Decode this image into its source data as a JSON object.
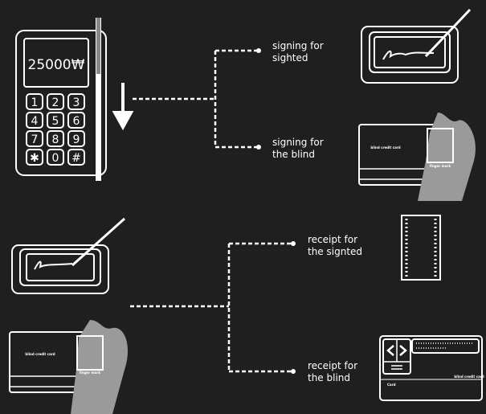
{
  "terminal": {
    "amount": "25000₩",
    "keys": [
      "1",
      "2",
      "3",
      "4",
      "5",
      "6",
      "7",
      "8",
      "9",
      "✱",
      "0",
      "#"
    ]
  },
  "labels": {
    "signing_sighted_1": "signing for",
    "signing_sighted_2": "sighted",
    "signing_blind_1": "signing for",
    "signing_blind_2": "the blind",
    "receipt_sighted_1": "receipt for",
    "receipt_sighted_2": "the signted",
    "receipt_blind_1": "receipt for",
    "receipt_blind_2": "the blind"
  },
  "card": {
    "title": "blind credit card",
    "finger": "finger mark"
  },
  "receipt_card": {
    "title": "blind credit card",
    "card_label": "Card"
  },
  "colors": {
    "background": "#1f1f1f",
    "line": "#ffffff",
    "hand": "#9a9a9a"
  }
}
